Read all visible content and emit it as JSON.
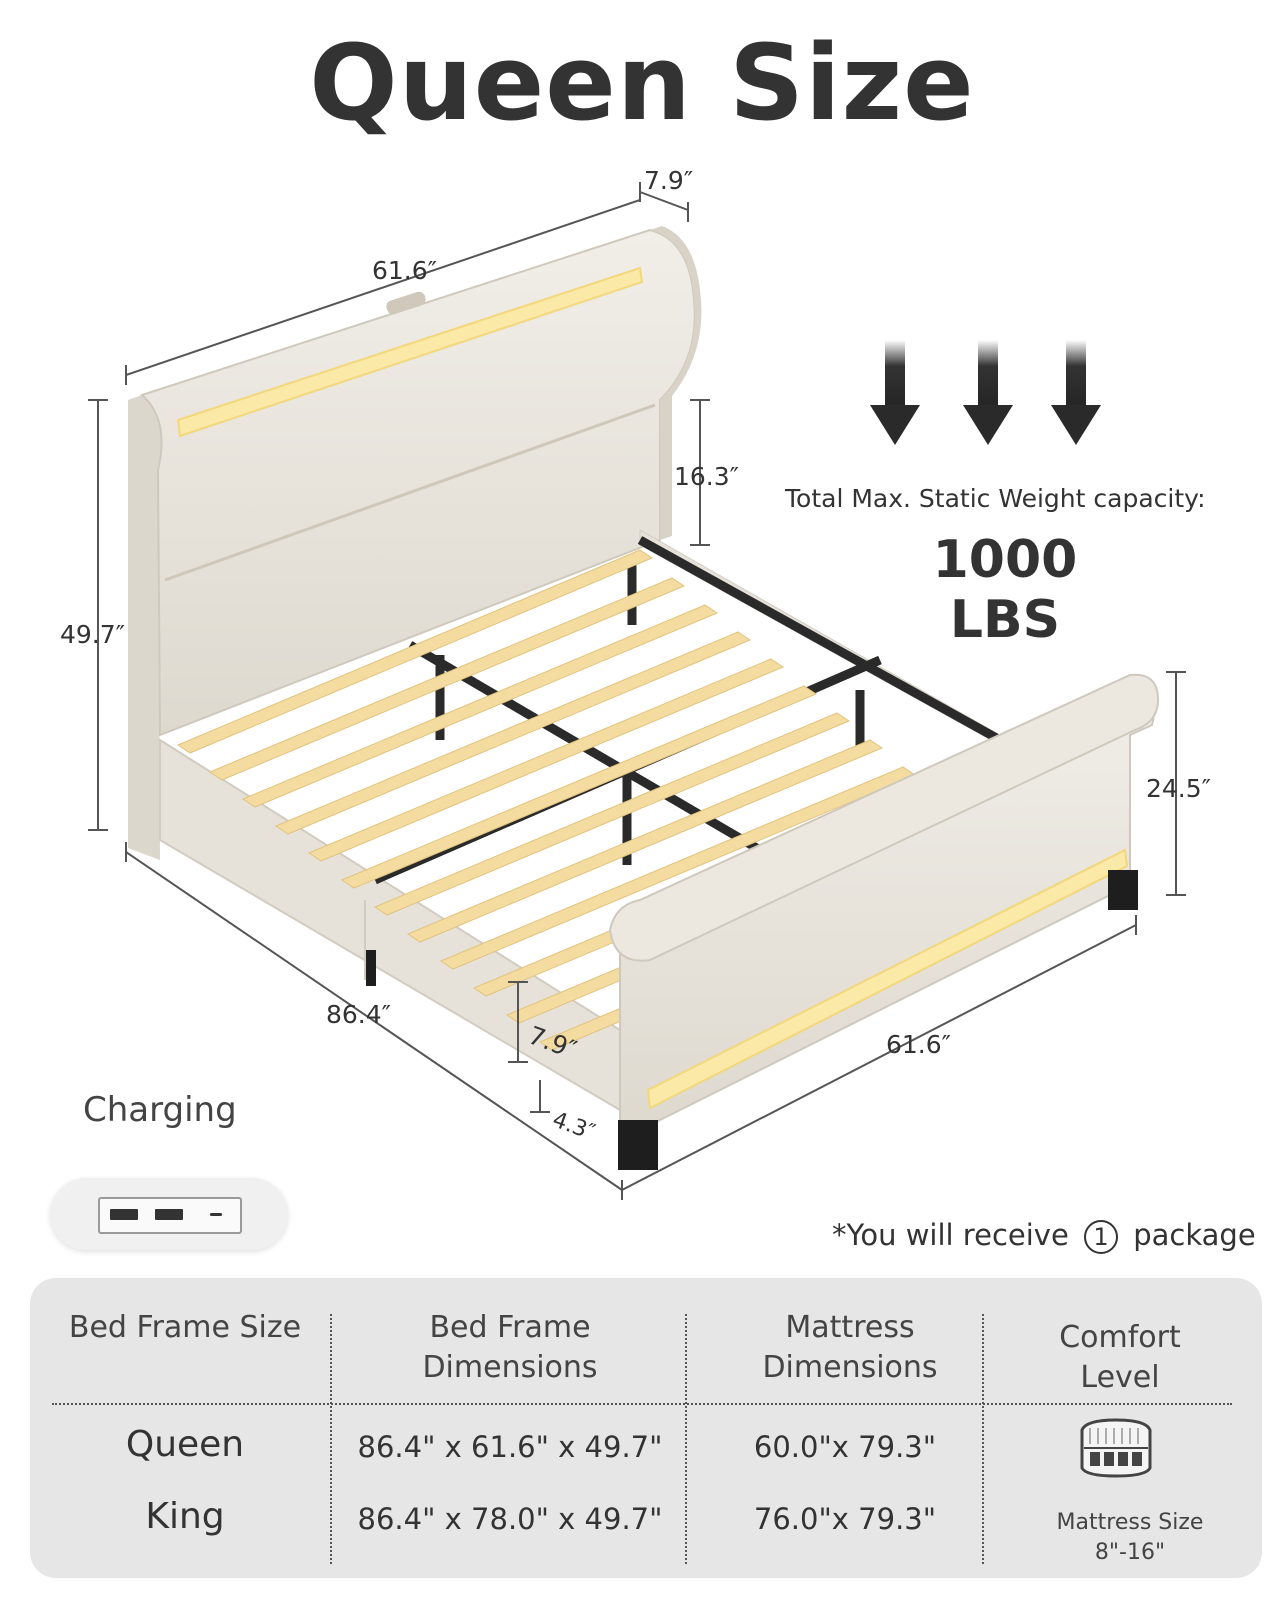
{
  "title": "Queen Size",
  "dimensions": {
    "headboard_width": "61.6″",
    "headboard_depth": "7.9″",
    "headboard_height": "49.7″",
    "panel_height": "16.3″",
    "footboard_height": "24.5″",
    "bed_length": "86.4″",
    "footboard_width": "61.6″",
    "rail_height": "7.9″",
    "clearance": "4.3″"
  },
  "capacity": {
    "label": "Total Max. Static Weight capacity:",
    "value": "1000 LBS"
  },
  "charging": {
    "label": "Charging"
  },
  "package_note": {
    "prefix": "*You will receive",
    "count": "1",
    "suffix": "package"
  },
  "spec_table": {
    "headers": [
      "Bed Frame Size",
      "Bed Frame Dimensions",
      "Mattress Dimensions",
      "Comfort Level"
    ],
    "rows": [
      {
        "size": "Queen",
        "frame": "86.4\" x 61.6\" x 49.7\"",
        "mattress": "60.0\"x 79.3\""
      },
      {
        "size": "King",
        "frame": "86.4\" x 78.0\" x 49.7\"",
        "mattress": "76.0\"x 79.3\""
      }
    ],
    "comfort_note_1": "Mattress Size",
    "comfort_note_2": "8\"-16\""
  },
  "colors": {
    "fabric": "#e9e5dd",
    "slat": "#f4dca0",
    "led": "#fbe9a8",
    "metal": "#2a2a2a",
    "text": "#333333",
    "panel_bg": "#e6e6e6"
  },
  "icons": [
    "down-arrow-icon",
    "usb-port-icon",
    "mattress-icon"
  ]
}
